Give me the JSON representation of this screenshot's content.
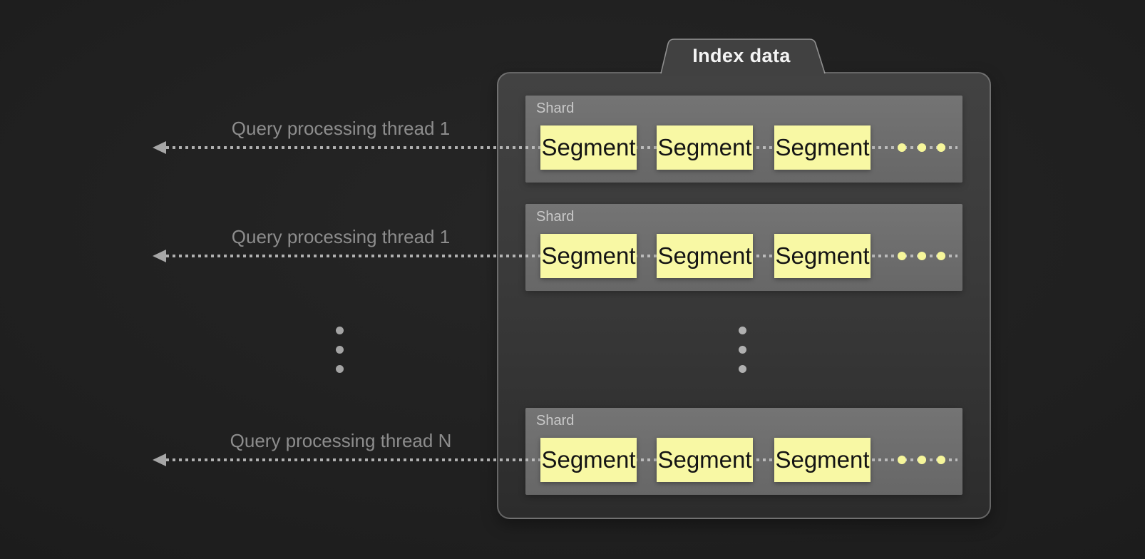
{
  "tab_label": "Index data",
  "threads": [
    {
      "label": "Query processing thread 1"
    },
    {
      "label": "Query processing thread 1"
    },
    {
      "label": "Query processing thread N"
    }
  ],
  "shards": [
    {
      "label": "Shard",
      "segments": [
        "Segment",
        "Segment",
        "Segment"
      ]
    },
    {
      "label": "Shard",
      "segments": [
        "Segment",
        "Segment",
        "Segment"
      ]
    },
    {
      "label": "Shard",
      "segments": [
        "Segment",
        "Segment",
        "Segment"
      ]
    }
  ],
  "icons": {
    "arrow": "dotted-arrow-left",
    "more_segments": "horizontal-ellipsis-yellow",
    "more_threads": "vertical-ellipsis",
    "more_shards": "vertical-ellipsis"
  },
  "colors": {
    "background": "#1e1e1e",
    "container_fill": "#3a3a3a",
    "container_border": "#9f9f9f",
    "shard_fill": "#6d6d6d",
    "shard_label": "#c9c9c9",
    "segment_fill": "#f8f8a4",
    "segment_text": "#141414",
    "thread_label": "#8d8d8d",
    "tab_text": "#f4f4f4",
    "dotted_line": "#c9c9c9"
  }
}
